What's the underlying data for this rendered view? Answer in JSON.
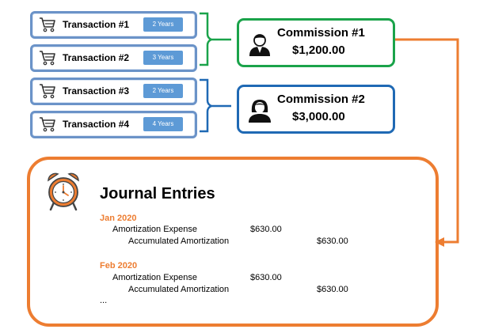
{
  "transactions": [
    {
      "label": "Transaction #1",
      "years": "2 Years",
      "icon": "cart-icon"
    },
    {
      "label": "Transaction #2",
      "years": "3 Years",
      "icon": "cart-icon"
    },
    {
      "label": "Transaction #3",
      "years": "2 Years",
      "icon": "cart-icon"
    },
    {
      "label": "Transaction #4",
      "years": "4 Years",
      "icon": "cart-icon"
    }
  ],
  "commissions": [
    {
      "title": "Commission #1",
      "amount": "$1,200.00",
      "icon": "male-user-icon",
      "color": "#1aa34a"
    },
    {
      "title": "Commission #2",
      "amount": "$3,000.00",
      "icon": "female-user-icon",
      "color": "#1f69b4"
    }
  ],
  "journal": {
    "title": "Journal Entries",
    "icon": "alarm-clock-icon",
    "entries": [
      {
        "month": "Jan 2020",
        "debit_account": "Amortization Expense",
        "debit_amount": "$630.00",
        "credit_account": "Accumulated Amortization",
        "credit_amount": "$630.00"
      },
      {
        "month": "Feb 2020",
        "debit_account": "Amortization Expense",
        "debit_amount": "$630.00",
        "credit_account": "Accumulated Amortization",
        "credit_amount": "$630.00"
      }
    ],
    "ellipsis": "..."
  },
  "colors": {
    "transaction_border": "#6b93c8",
    "years_badge": "#5d9ad6",
    "bracket_group1": "#1aa34a",
    "bracket_group2": "#1f69b4",
    "arrow": "#ed7d31",
    "journal_border": "#ed7d31",
    "month_text": "#ed7d31"
  }
}
